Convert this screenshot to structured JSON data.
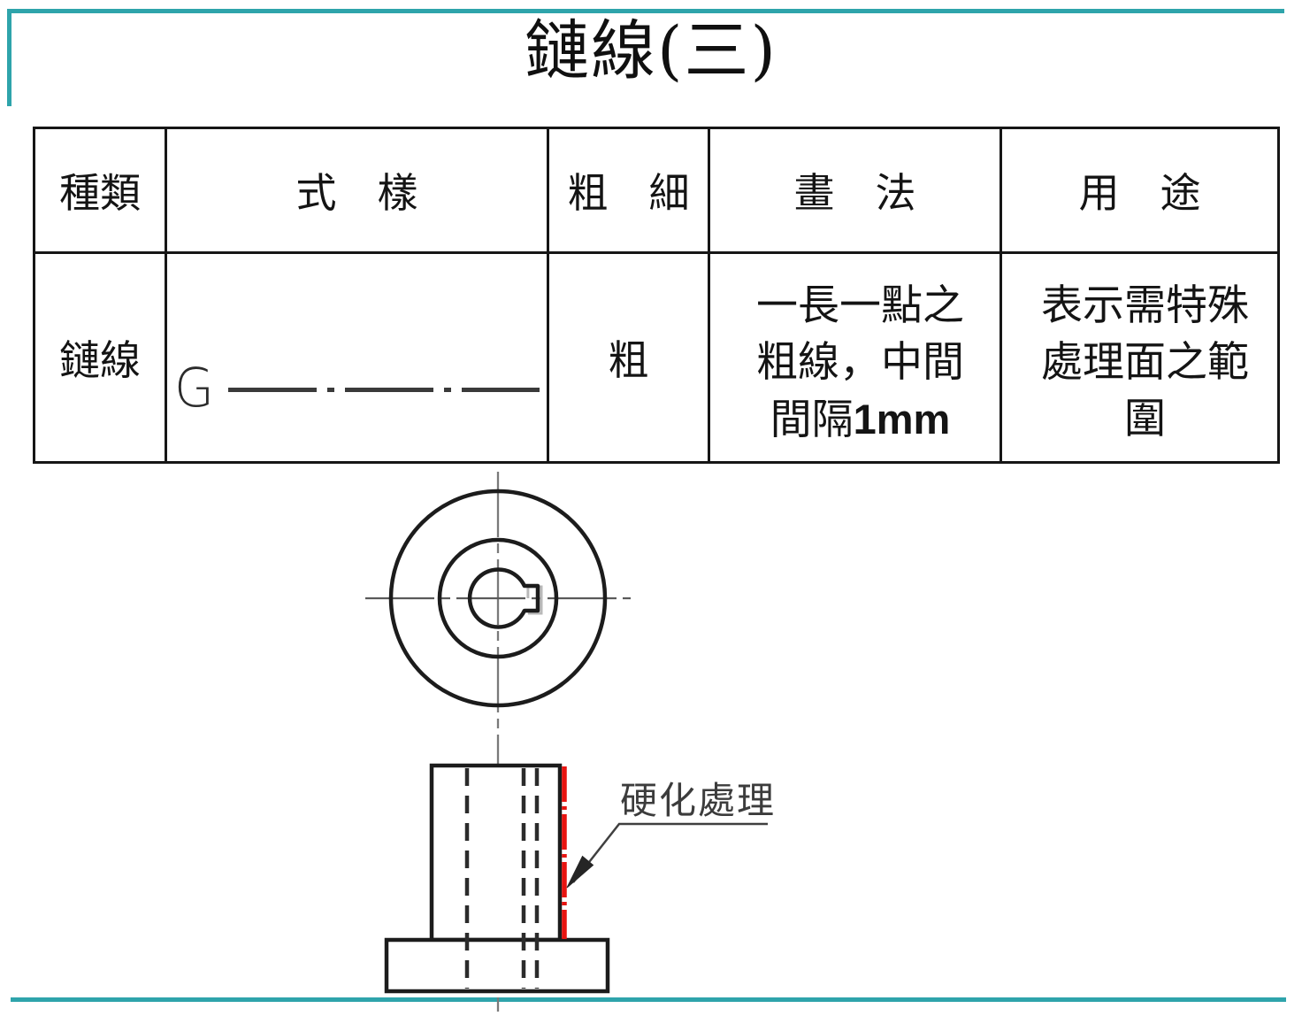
{
  "slide": {
    "title": "鏈線(三)",
    "accent_color": "#2ea4ab",
    "highlight_color": "#e81410"
  },
  "table": {
    "headers": [
      {
        "label": "種類"
      },
      {
        "label": "式　樣"
      },
      {
        "label": "粗　細"
      },
      {
        "label": "畫　法"
      },
      {
        "label": "用　途"
      }
    ],
    "row": {
      "type": "鏈線",
      "style_symbol": "G",
      "weight": "粗",
      "method_line1": "一長一點之",
      "method_line2": "粗線，中間",
      "method_line3_prefix": "間隔",
      "method_line3_value": "1mm",
      "usage_line1": "表示需特殊",
      "usage_line2": "處理面之範",
      "usage_line3": "圍"
    }
  },
  "drawing": {
    "callout_label": "硬化處理"
  }
}
